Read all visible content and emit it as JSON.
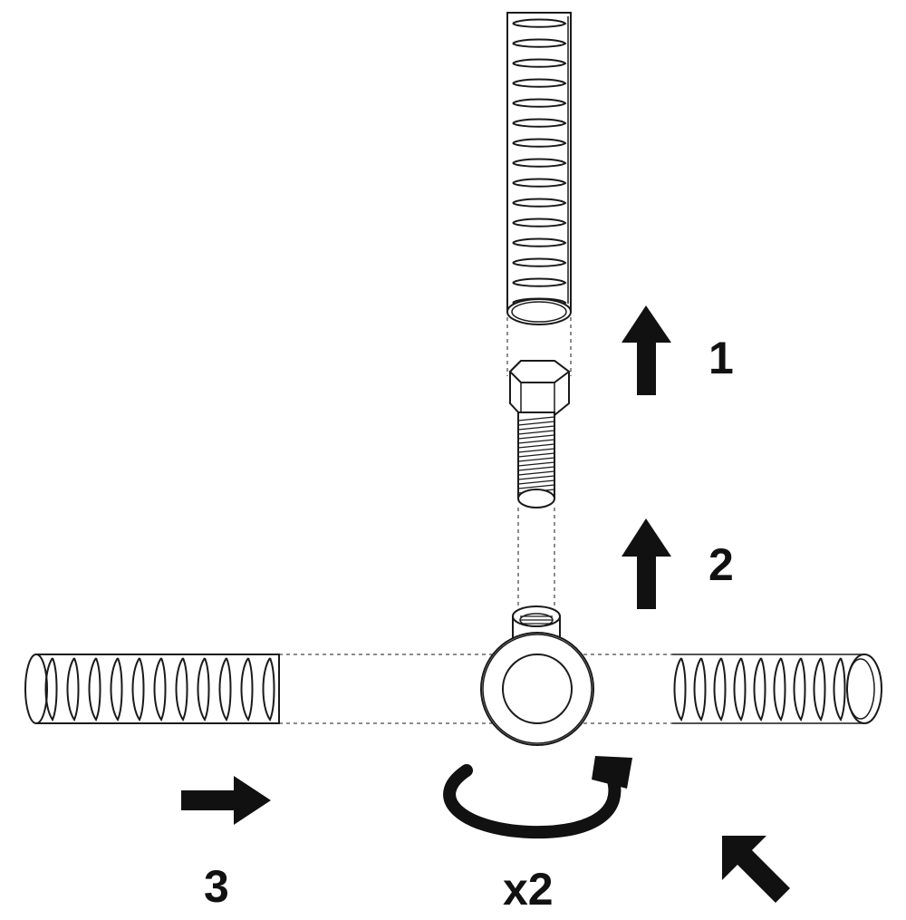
{
  "diagram": {
    "steps": [
      {
        "label": "1"
      },
      {
        "label": "2"
      },
      {
        "label": "3"
      }
    ],
    "rotation_label": "x2",
    "colors": {
      "ink": "#111111",
      "background": "#ffffff"
    },
    "icons": [
      "arrow-up-icon",
      "arrow-right-icon",
      "arrow-diagonal-up-left-icon",
      "rotate-clockwise-icon"
    ]
  }
}
